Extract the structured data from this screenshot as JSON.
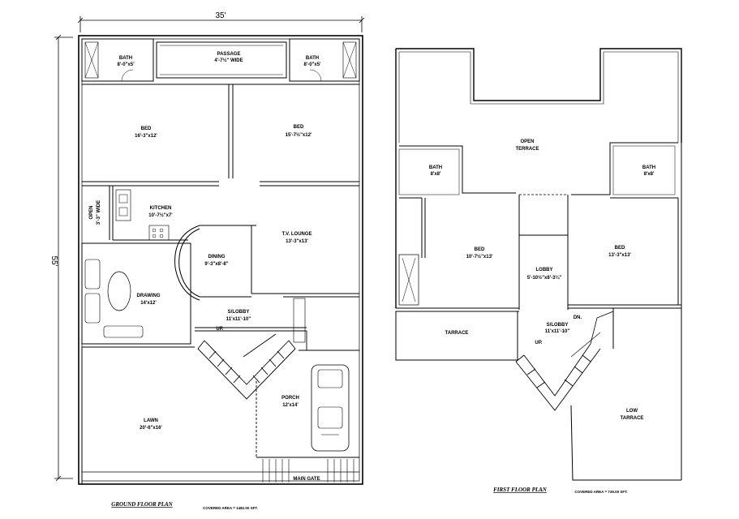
{
  "dimensions": {
    "width_label": "35'",
    "height_label": "55'"
  },
  "ground_floor": {
    "title": "GROUND FLOOR PLAN",
    "covered_area": "COVERED AREA = 1482.00 SFT.",
    "rooms": {
      "bath_left": {
        "name": "BATH",
        "size": "8'-0\"x5'"
      },
      "passage": {
        "name": "PASSAGE",
        "size": "4'-7½\" WIDE"
      },
      "bath_right": {
        "name": "BATH",
        "size": "8'-0\"x5'"
      },
      "bed_left": {
        "name": "BED",
        "size": "16'-3\"x12'"
      },
      "bed_right": {
        "name": "BED",
        "size": "15'-7½\"x12'"
      },
      "open": {
        "name": "OPEN",
        "size": "3'-3\" WIDE"
      },
      "kitchen": {
        "name": "KITCHEN",
        "size": "10'-7½\"x7'"
      },
      "tv_lounge": {
        "name": "T.V. LOUNGE",
        "size": "13'-3\"x13'"
      },
      "dining": {
        "name": "DINING",
        "size": "9'-3\"x8'-8\""
      },
      "drawing": {
        "name": "DRAWING",
        "size": "14'x12'"
      },
      "s_lobby": {
        "name": "S/LOBBY",
        "size": "11'x11'-10\""
      },
      "up": {
        "name": "UP."
      },
      "porch": {
        "name": "PORCH",
        "size": "12'x14'"
      },
      "lawn": {
        "name": "LAWN",
        "size": "20'-6\"x16'"
      },
      "main_gate": {
        "name": "MAIN GATE"
      }
    }
  },
  "first_floor": {
    "title": "FIRST FLOOR PLAN",
    "covered_area": "COVERED AREA = 739.00 SFT.",
    "rooms": {
      "open_terrace": {
        "name": "OPEN",
        "name2": "TERRACE"
      },
      "bath_left": {
        "name": "BATH",
        "size": "8'x8'"
      },
      "bath_right": {
        "name": "BATH",
        "size": "8'x8'"
      },
      "bed_left": {
        "name": "BED",
        "size": "10'-7½\"x13'"
      },
      "bed_right": {
        "name": "BED",
        "size": "13'-3\"x13'"
      },
      "lobby": {
        "name": "LOBBY",
        "size": "5'-10½\"x8'-3¼\""
      },
      "terrace": {
        "name": "TARRACE"
      },
      "s_lobby": {
        "name": "S/LOBBY",
        "size": "11'x11'-10\""
      },
      "dn": {
        "name": "DN."
      },
      "up": {
        "name": "UP."
      },
      "low_terrace": {
        "name": "LOW",
        "name2": "TARRACE"
      }
    }
  }
}
